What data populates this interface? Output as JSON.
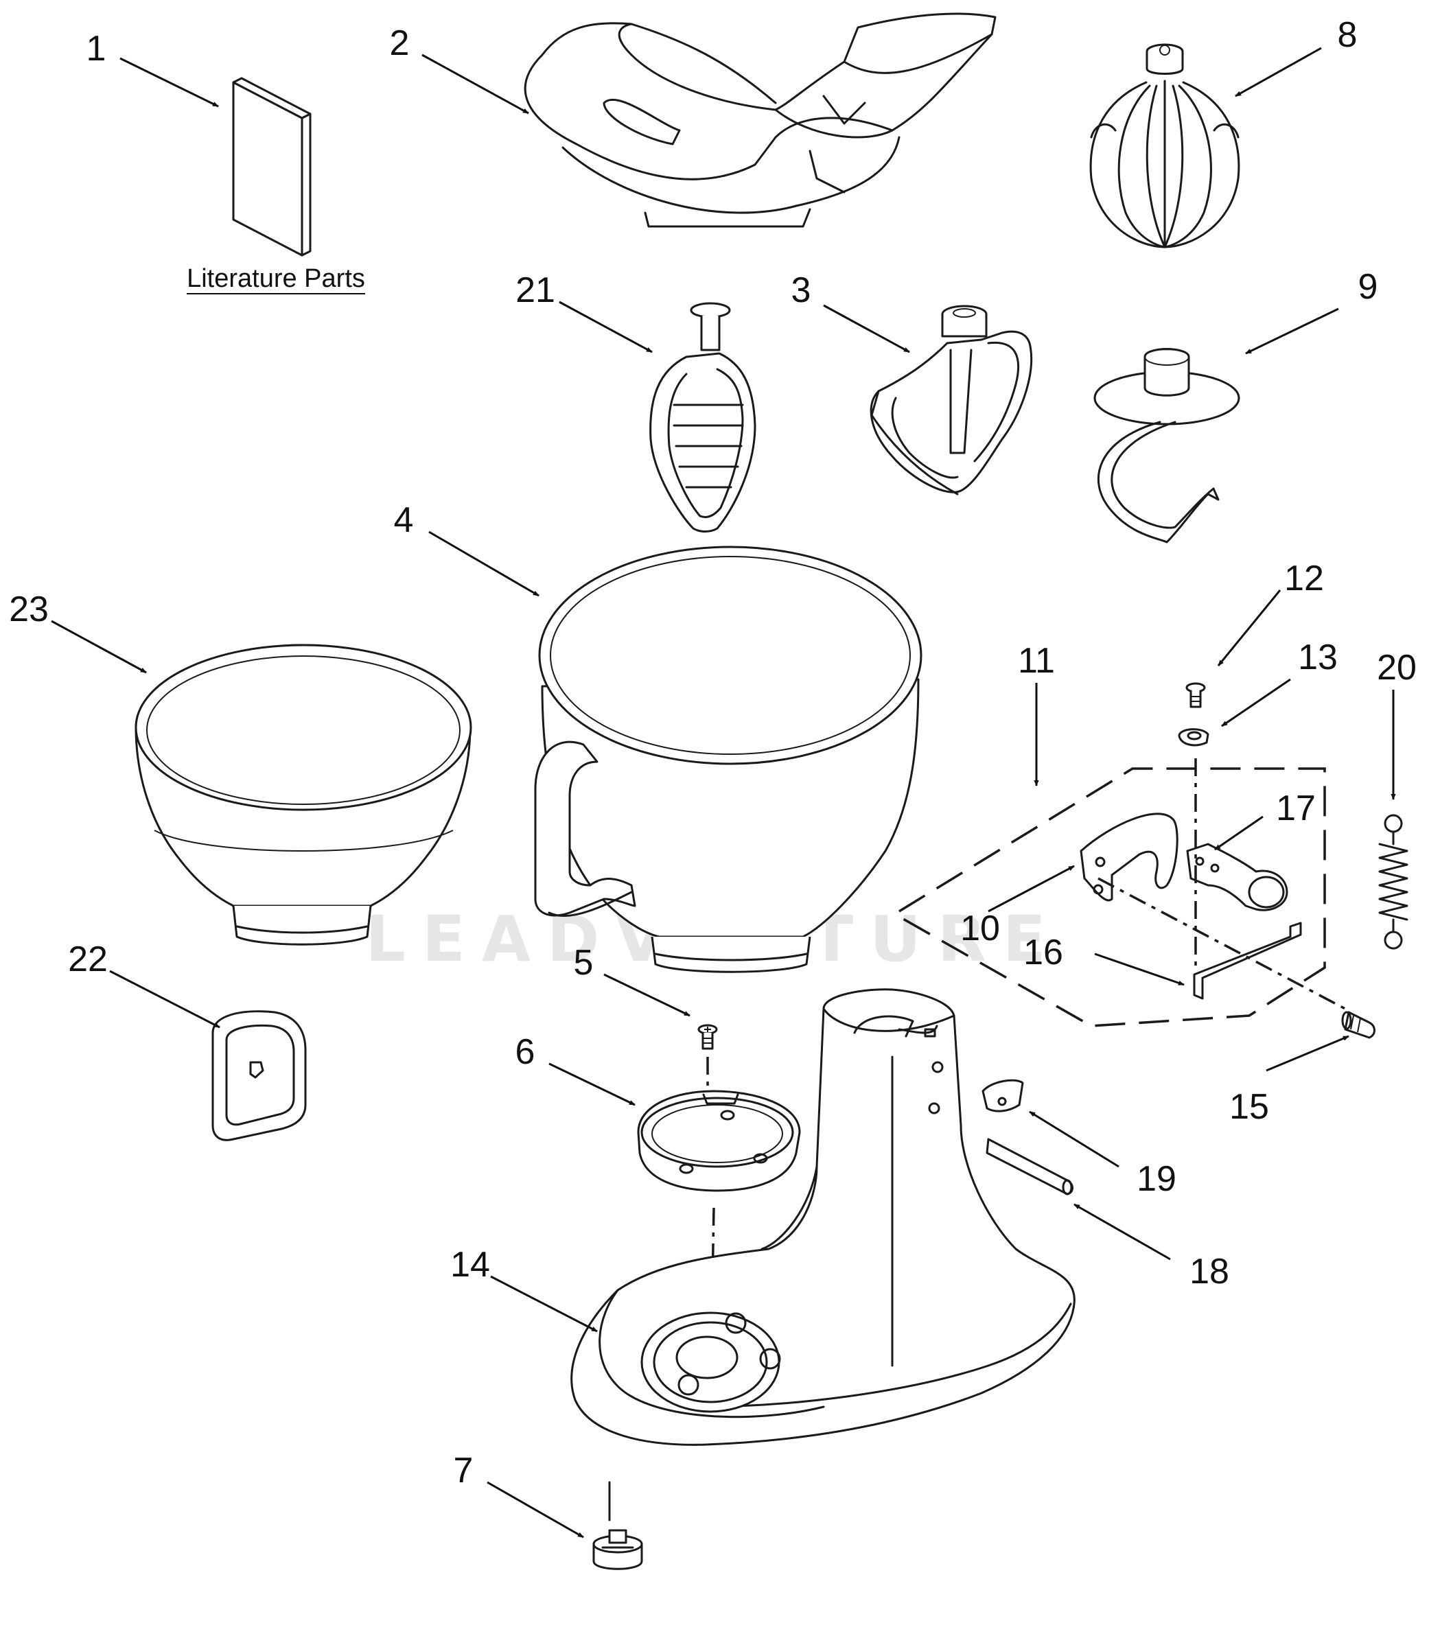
{
  "diagram": {
    "literature_label": "Literature Parts",
    "watermark": "LEADVENTURE",
    "callouts": [
      {
        "id": "p1",
        "label": "1"
      },
      {
        "id": "p2",
        "label": "2"
      },
      {
        "id": "p3",
        "label": "3"
      },
      {
        "id": "p4",
        "label": "4"
      },
      {
        "id": "p5",
        "label": "5"
      },
      {
        "id": "p6",
        "label": "6"
      },
      {
        "id": "p7",
        "label": "7"
      },
      {
        "id": "p8",
        "label": "8"
      },
      {
        "id": "p9",
        "label": "9"
      },
      {
        "id": "p10",
        "label": "10"
      },
      {
        "id": "p11",
        "label": "11"
      },
      {
        "id": "p12",
        "label": "12"
      },
      {
        "id": "p13",
        "label": "13"
      },
      {
        "id": "p14",
        "label": "14"
      },
      {
        "id": "p15",
        "label": "15"
      },
      {
        "id": "p16",
        "label": "16"
      },
      {
        "id": "p17",
        "label": "17"
      },
      {
        "id": "p18",
        "label": "18"
      },
      {
        "id": "p19",
        "label": "19"
      },
      {
        "id": "p20",
        "label": "20"
      },
      {
        "id": "p21",
        "label": "21"
      },
      {
        "id": "p22",
        "label": "22"
      },
      {
        "id": "p23",
        "label": "23"
      }
    ]
  }
}
